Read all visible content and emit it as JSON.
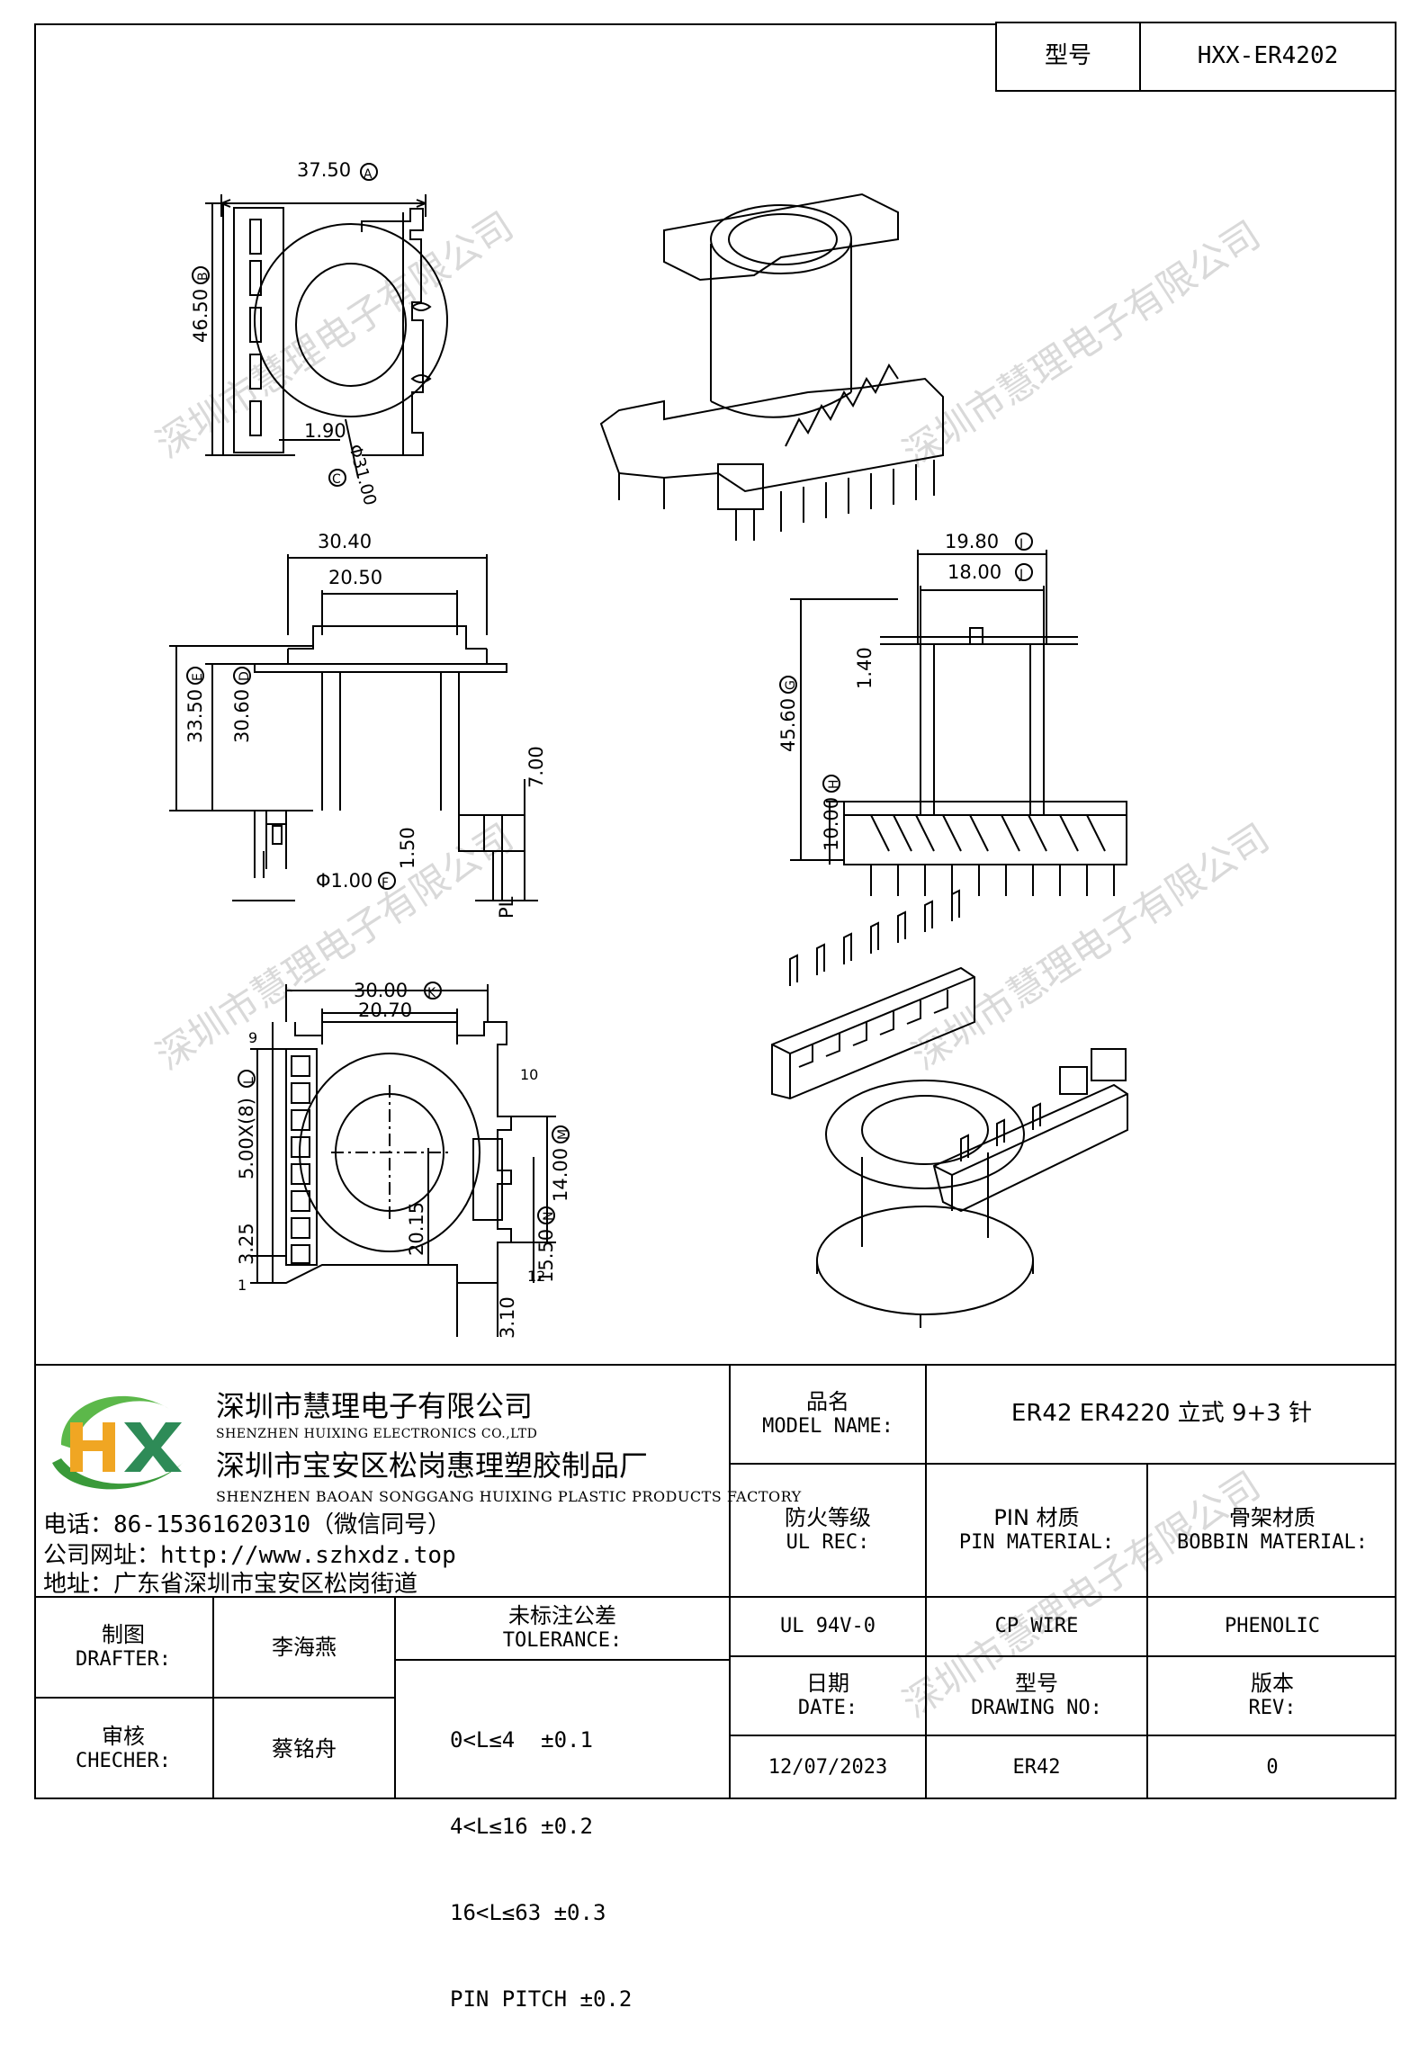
{
  "header": {
    "model_label": "型号",
    "model_value": "HXX-ER4202"
  },
  "watermark": "深圳市慧理电子有限公司",
  "dims": {
    "top_width": "37.50",
    "top_width_tag": "A",
    "top_height": "46.50",
    "top_height_tag": "B",
    "top_offset": "1.90",
    "top_diameter": "Φ31.00",
    "top_diameter_tag": "C",
    "front_width": "30.40",
    "front_inner": "20.50",
    "front_height": "33.50",
    "front_height_tag": "E",
    "front_inner_height": "30.60",
    "front_inner_height_tag": "D",
    "front_pin_len": "7.00",
    "front_pin_step": "1.50",
    "front_pin_dia": "Φ1.00",
    "front_pin_dia_tag": "F",
    "front_pl": "PL",
    "side_width": "19.80",
    "side_width_tag": "I",
    "side_inner": "18.00",
    "side_inner_tag": "J",
    "side_height": "45.60",
    "side_height_tag": "G",
    "side_flange": "1.40",
    "side_base": "10.00",
    "side_base_tag": "H",
    "bottom_width": "30.00",
    "bottom_width_tag": "K",
    "bottom_inner": "20.70",
    "bottom_pitch": "5.00X(8)",
    "bottom_pitch_tag": "L",
    "bottom_right_span": "14.00",
    "bottom_right_span_tag": "M",
    "bottom_325": "3.25",
    "bottom_2015": "20.15",
    "bottom_1550": "15.50",
    "bottom_1550_tag": "N",
    "bottom_310": "3.10",
    "pin9": "9",
    "pin10": "10",
    "pin1": "1",
    "pin12": "12"
  },
  "company": {
    "logo_text": "HX",
    "name_cn": "深圳市慧理电子有限公司",
    "name_en": "SHENZHEN HUIXING ELECTRONICS CO.,LTD",
    "factory_cn": "深圳市宝安区松岗惠理塑胶制品厂",
    "factory_en": "SHENZHEN BAOAN SONGGANG HUIXING PLASTIC PRODUCTS FACTORY",
    "phone": "电话：86-15361620310（微信同号）",
    "website": "公司网址：http://www.szhxdz.top",
    "address": "地址：广东省深圳市宝安区松岗街道"
  },
  "title_block": {
    "model_name_cn": "品名",
    "model_name_en": "MODEL NAME:",
    "model_name_value": "ER42 ER4220 立式 9+3 针",
    "ul_cn": "防火等级",
    "ul_en": "UL REC:",
    "pin_mat_cn": "PIN 材质",
    "pin_mat_en": "PIN MATERIAL:",
    "bobbin_mat_cn": "骨架材质",
    "bobbin_mat_en": "BOBBIN MATERIAL:",
    "ul_value": "UL 94V-0",
    "pin_value": "CP WIRE",
    "bobbin_value": "PHENOLIC",
    "date_cn": "日期",
    "date_en": "DATE:",
    "drawing_cn": "型号",
    "drawing_en": "DRAWING NO:",
    "rev_cn": "版本",
    "rev_en": "REV:",
    "date_value": "12/07/2023",
    "drawing_value": "ER42",
    "rev_value": "0",
    "drafter_cn": "制图",
    "drafter_en": "DRAFTER:",
    "drafter_value": "李海燕",
    "checker_cn": "审核",
    "checker_en": "CHECHER:",
    "checker_value": "蔡铭舟",
    "tolerance_cn": "未标注公差",
    "tolerance_en": "TOLERANCE:",
    "tolerance_lines": [
      "0<L≤4  ±0.1",
      "4<L≤16 ±0.2",
      "16<L≤63 ±0.3",
      "PIN PITCH ±0.2"
    ]
  }
}
